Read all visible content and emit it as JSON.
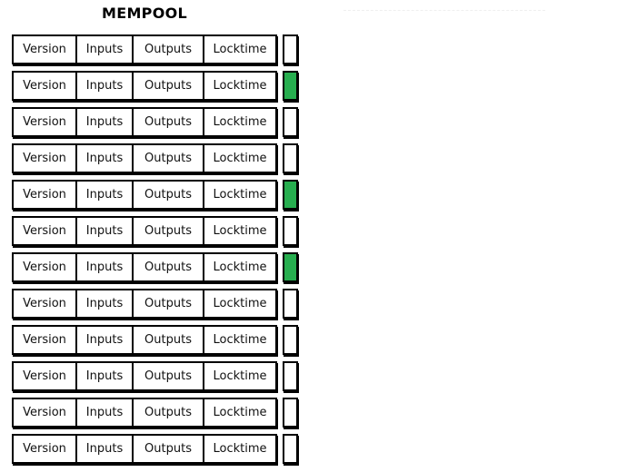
{
  "title": "MEMPOOL",
  "colors": {
    "confirmed": "#27ae4f",
    "pending": "#ffffff",
    "border": "#000000",
    "background": "#ffffff",
    "faint_rule": "#efefef"
  },
  "columns": [
    "Version",
    "Inputs",
    "Outputs",
    "Locktime"
  ],
  "rows": [
    {
      "version": "Version",
      "inputs": "Inputs",
      "outputs": "Outputs",
      "locktime": "Locktime",
      "status": "pending"
    },
    {
      "version": "Version",
      "inputs": "Inputs",
      "outputs": "Outputs",
      "locktime": "Locktime",
      "status": "confirmed"
    },
    {
      "version": "Version",
      "inputs": "Inputs",
      "outputs": "Outputs",
      "locktime": "Locktime",
      "status": "pending"
    },
    {
      "version": "Version",
      "inputs": "Inputs",
      "outputs": "Outputs",
      "locktime": "Locktime",
      "status": "pending"
    },
    {
      "version": "Version",
      "inputs": "Inputs",
      "outputs": "Outputs",
      "locktime": "Locktime",
      "status": "confirmed"
    },
    {
      "version": "Version",
      "inputs": "Inputs",
      "outputs": "Outputs",
      "locktime": "Locktime",
      "status": "pending"
    },
    {
      "version": "Version",
      "inputs": "Inputs",
      "outputs": "Outputs",
      "locktime": "Locktime",
      "status": "confirmed"
    },
    {
      "version": "Version",
      "inputs": "Inputs",
      "outputs": "Outputs",
      "locktime": "Locktime",
      "status": "pending"
    },
    {
      "version": "Version",
      "inputs": "Inputs",
      "outputs": "Outputs",
      "locktime": "Locktime",
      "status": "pending"
    },
    {
      "version": "Version",
      "inputs": "Inputs",
      "outputs": "Outputs",
      "locktime": "Locktime",
      "status": "pending"
    },
    {
      "version": "Version",
      "inputs": "Inputs",
      "outputs": "Outputs",
      "locktime": "Locktime",
      "status": "pending"
    },
    {
      "version": "Version",
      "inputs": "Inputs",
      "outputs": "Outputs",
      "locktime": "Locktime",
      "status": "pending"
    }
  ]
}
